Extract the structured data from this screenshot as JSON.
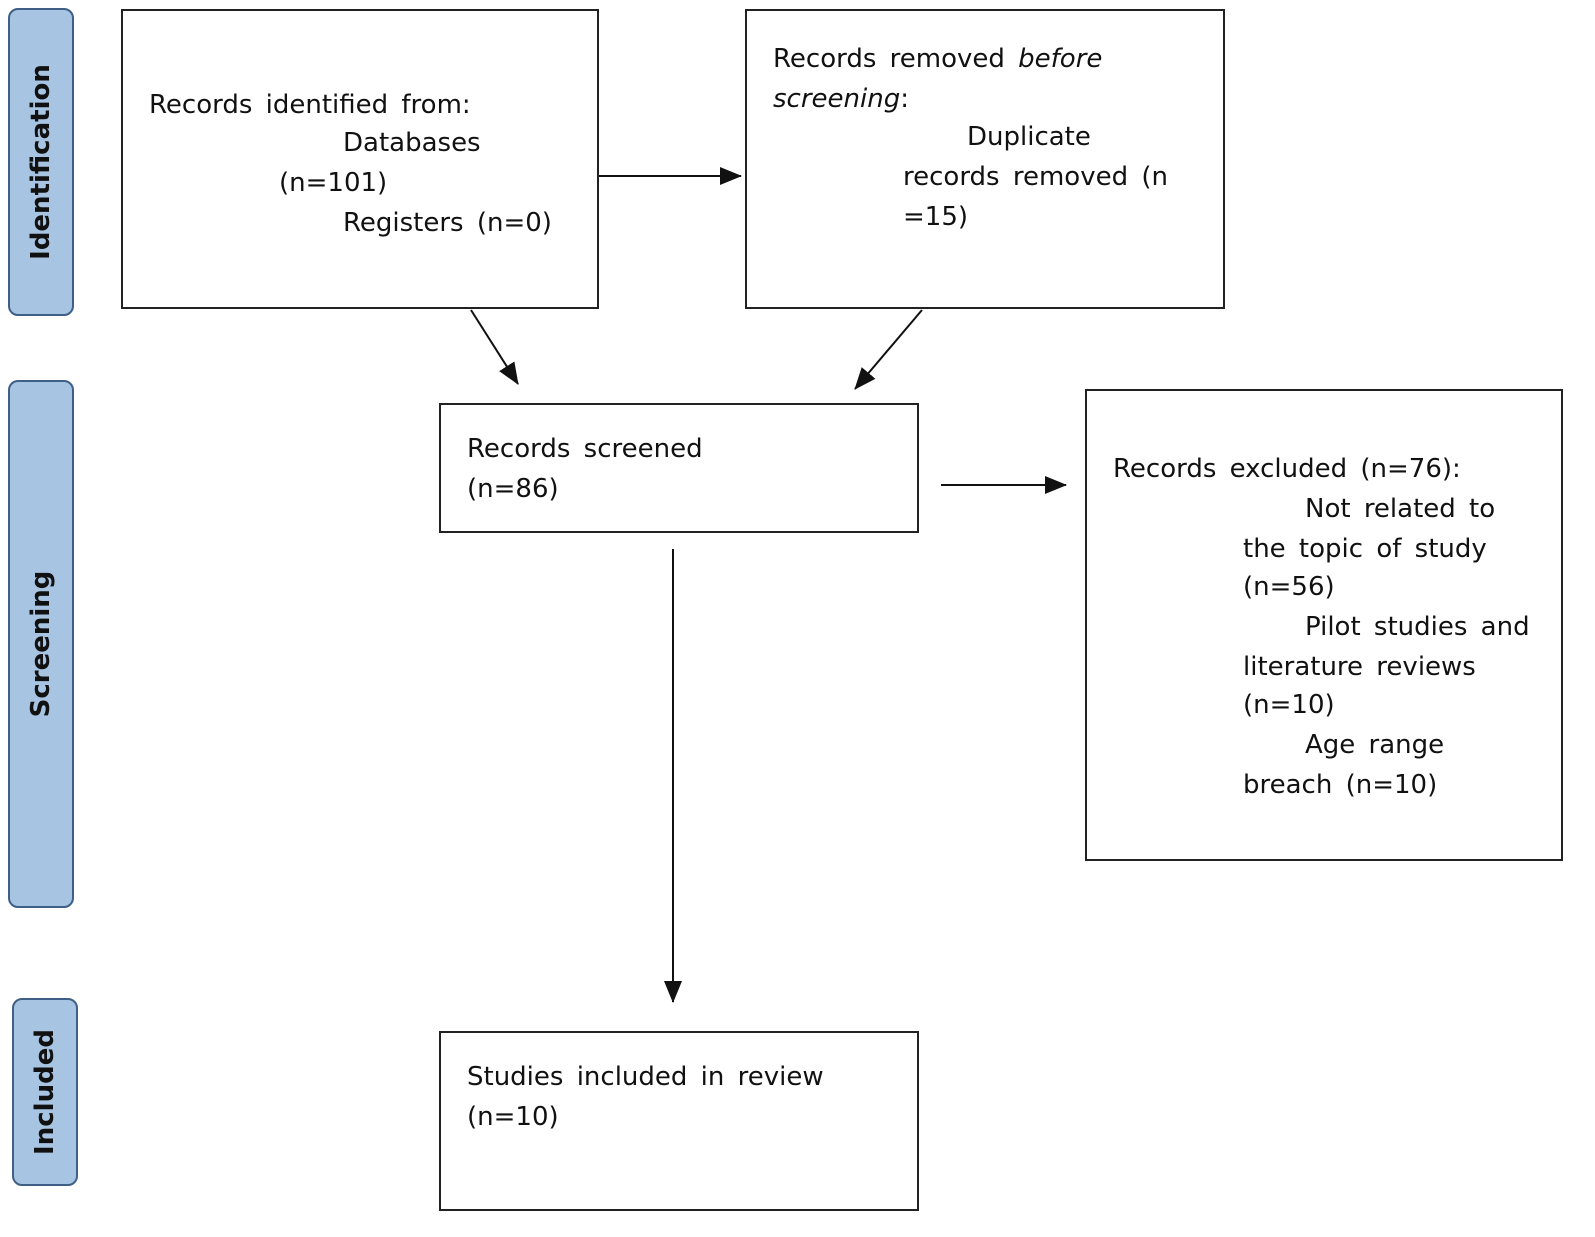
{
  "phases": {
    "identification": "Identification",
    "screening": "Screening",
    "included": "Included"
  },
  "identified": {
    "heading": "Records identified from:",
    "databases_label": "Databases",
    "databases_count": "(n=101)",
    "registers": "Registers (n=0)"
  },
  "removed": {
    "prefix": "Records removed ",
    "italic_part1": "before",
    "italic_part2": "screening",
    "suffix": ":",
    "duplicate_line1": "Duplicate",
    "duplicate_line2": "records removed (n",
    "duplicate_line3": "=15)"
  },
  "screened": {
    "line1": "Records screened",
    "line2": "(n=86)"
  },
  "excluded": {
    "heading": "Records excluded (n=76):",
    "reason1_line1": "Not related to",
    "reason1_line2": "the topic of study",
    "reason1_line3": "(n=56)",
    "reason2_line1": "Pilot studies and",
    "reason2_line2": "literature reviews",
    "reason2_line3": "(n=10)",
    "reason3_line1": "Age range",
    "reason3_line2": "breach (n=10)"
  },
  "included": {
    "line1": "Studies included in review",
    "line2": "(n=10)"
  }
}
